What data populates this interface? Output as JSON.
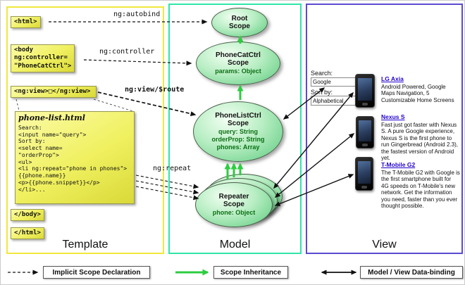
{
  "panels": {
    "template": {
      "label": "Template"
    },
    "model": {
      "label": "Model"
    },
    "view": {
      "label": "View"
    }
  },
  "template": {
    "html_open": "<html>",
    "body_open": {
      "line1": "<body",
      "line2": "ng:controller=",
      "line3": "\"PhoneCatCtrl\">"
    },
    "ng_view": "<ng:view>□</ng:view>",
    "phone_list": {
      "title": "phone-list.html",
      "code": [
        "Search:",
        "<input name=\"query\">",
        "Sort by:",
        "<select name=",
        "\"orderProp\">",
        "<ul>",
        "<li ng:repeat=\"phone in phones\">",
        "{{phone.name}}",
        "<p>{{phone.snippet}}</p>",
        "</li>..."
      ]
    },
    "body_close": "</body>",
    "html_close": "</html>"
  },
  "arrow_labels": {
    "ng_autobind": "ng:autobind",
    "ng_controller": "ng:controller",
    "ng_view_route": "ng:view/$route",
    "ng_repeat": "ng:repeat"
  },
  "model": {
    "root": {
      "title": "Root Scope"
    },
    "phonecat": {
      "title": "PhoneCatCtrl Scope",
      "props": [
        "params: Object"
      ]
    },
    "phonelist": {
      "title": "PhoneListCtrl Scope",
      "props": [
        "query: String",
        "orderProp: String",
        "phones: Array"
      ]
    },
    "repeater": {
      "title": "Repeater Scope",
      "props": [
        "phone: Object"
      ]
    }
  },
  "view": {
    "search_label": "Search:",
    "search_value": "Google",
    "sort_label": "Sort by:",
    "sort_value": "Alphabetical",
    "dropdown_arrow": "▼",
    "phones": [
      {
        "name": "LG Axia",
        "desc": "Android Powered, Google Maps Navigation, 5 Customizable Home Screens"
      },
      {
        "name": "Nexus S",
        "desc": "Fast just got faster with Nexus S. A pure Google experience, Nexus S is the first phone to run Gingerbread (Android 2.3), the fastest version of Android yet."
      },
      {
        "name": "T-Mobile G2",
        "desc": "The T-Mobile G2 with Google is the first smartphone built for 4G speeds on T-Mobile's new network. Get the information you need, faster than you ever thought possible."
      }
    ]
  },
  "legend": {
    "implicit": "Implicit Scope Declaration",
    "inheritance": "Scope Inheritance",
    "databinding": "Model / View Data-binding"
  },
  "colors": {
    "template_border": "#F0E83C",
    "model_border": "#2FE6A8",
    "view_border": "#5B4BD0",
    "scope_fill_green": "#7CD796",
    "inheritance_arrow_green": "#2ECC40",
    "yellow_box": "#F0F060",
    "link_blue": "#2200CC"
  }
}
